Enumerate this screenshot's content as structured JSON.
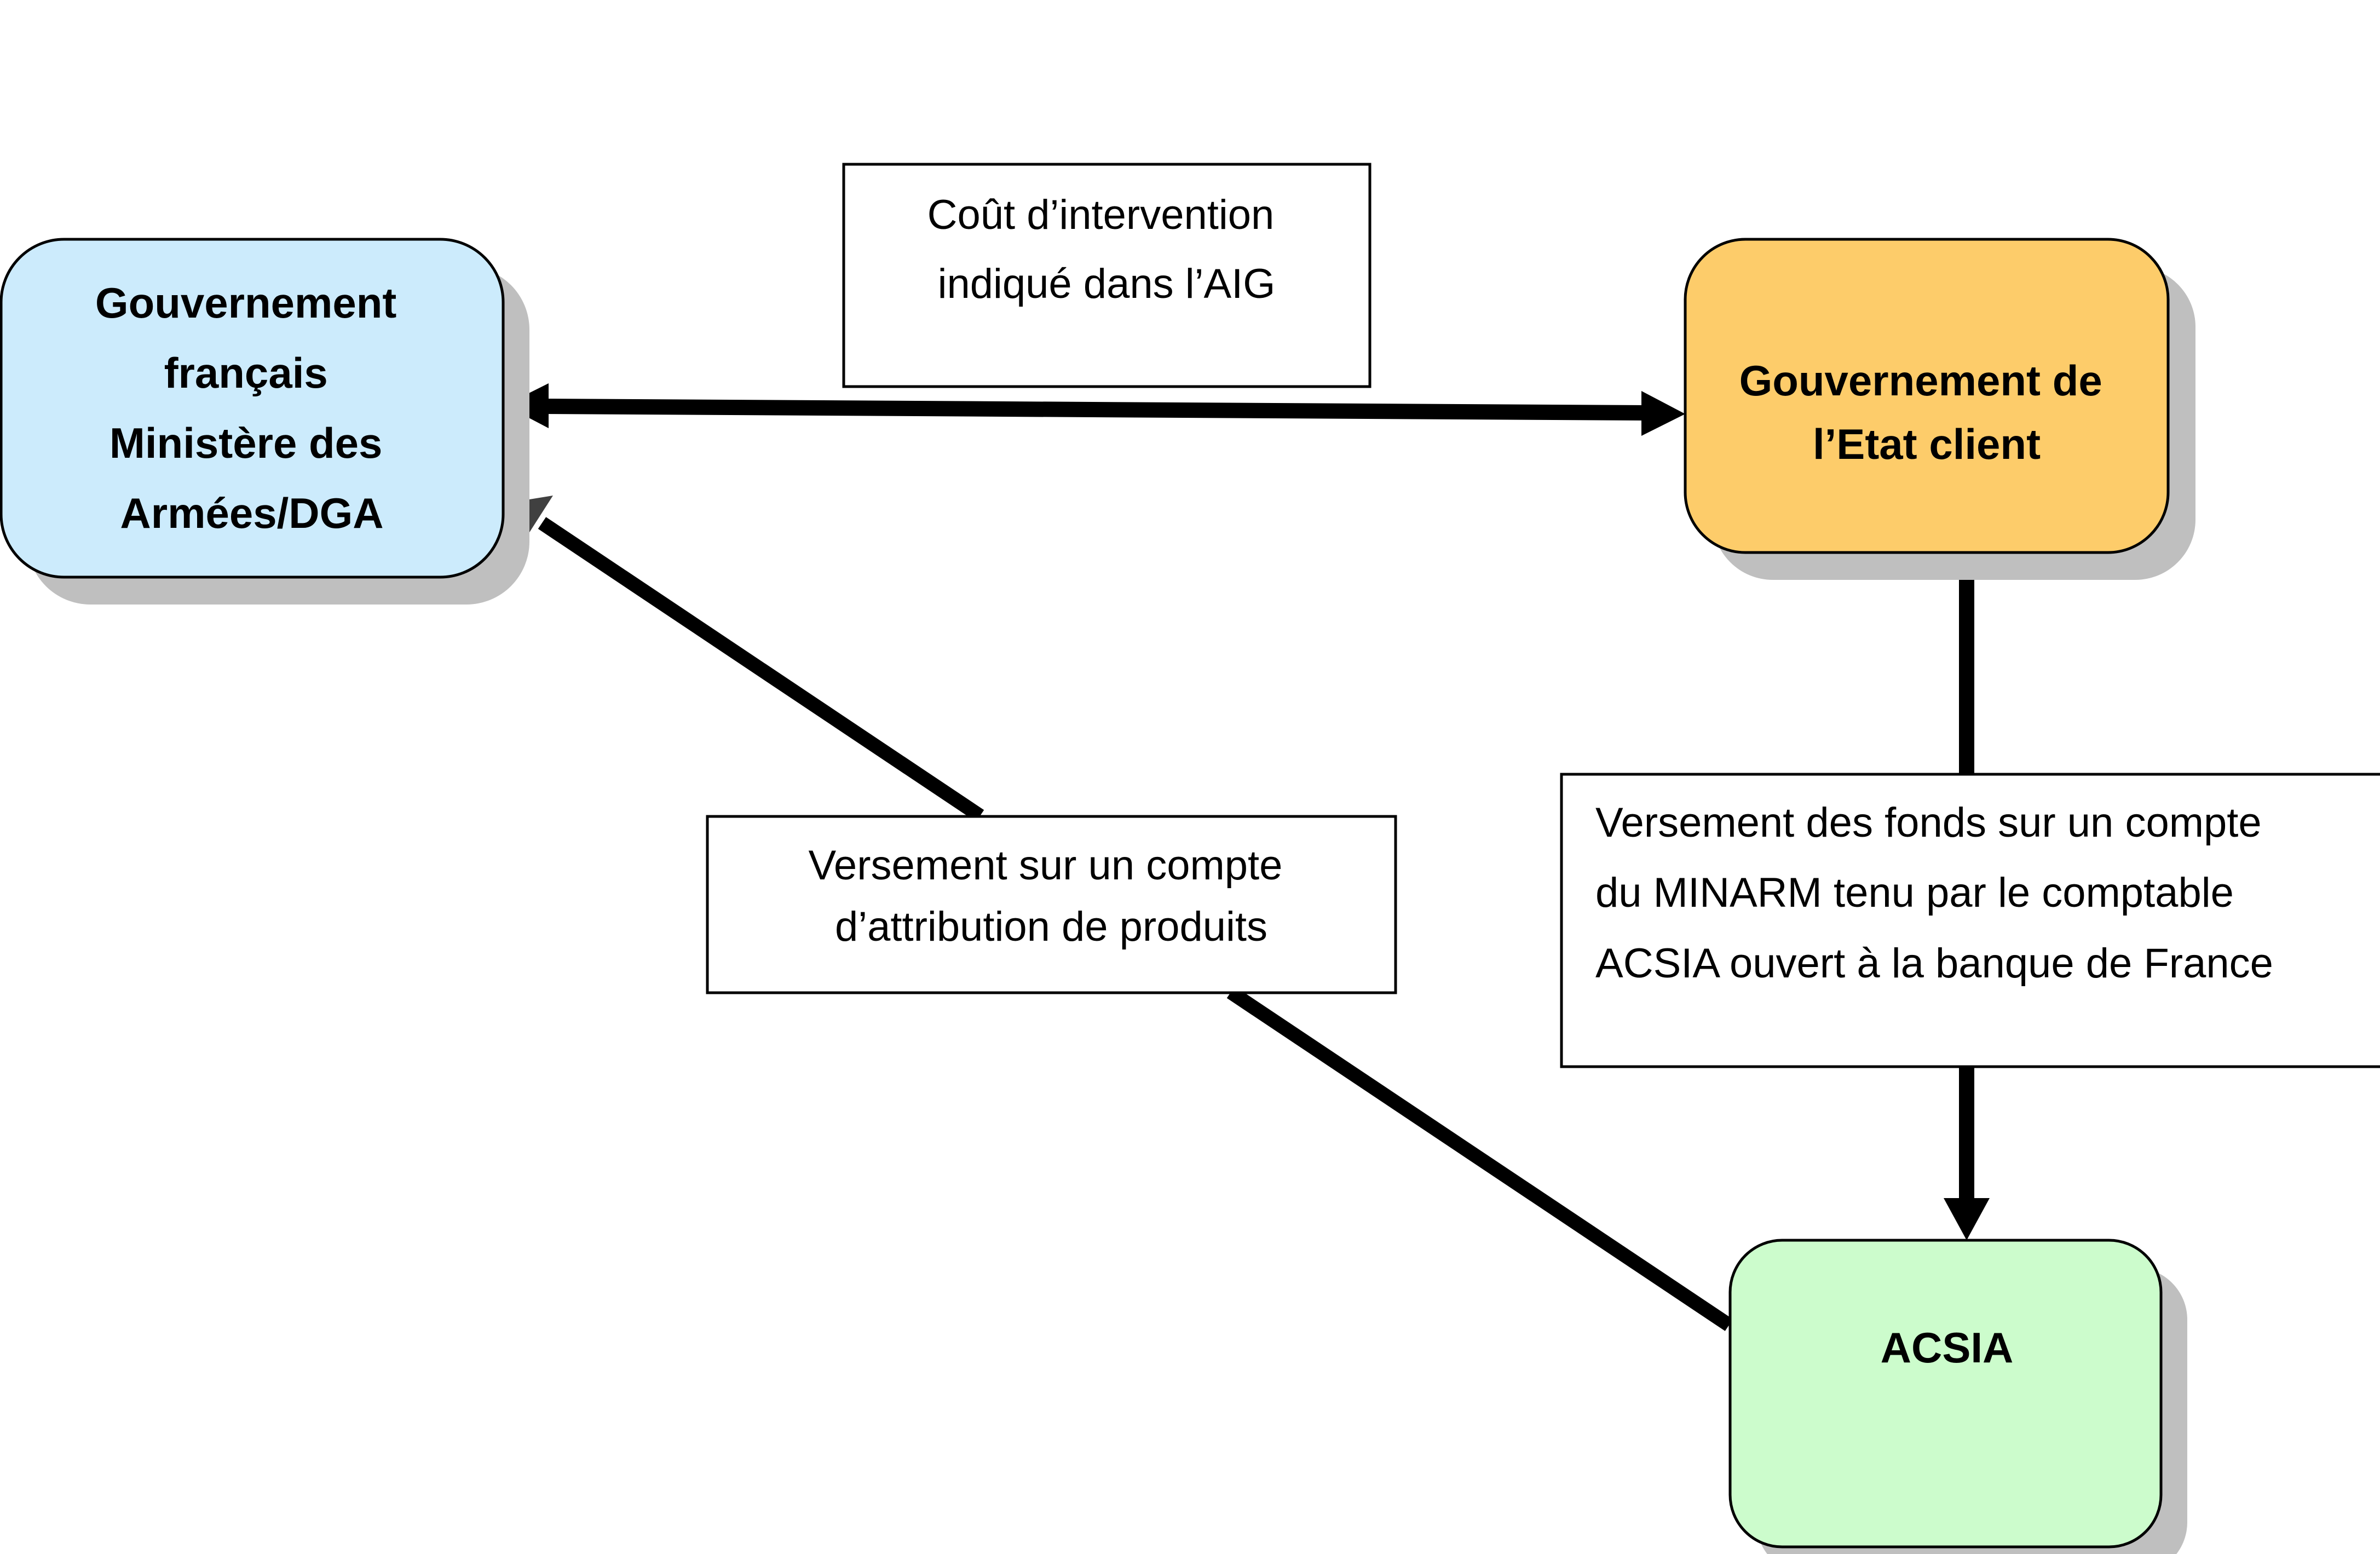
{
  "nodes": {
    "gouvernement_francais": {
      "lines": [
        "Gouvernement",
        "français",
        "Ministère des",
        "Armées/DGA"
      ],
      "fill": "#CCEBFC"
    },
    "gouvernement_etat_client": {
      "lines": [
        "Gouvernement de",
        "l’Etat client"
      ],
      "fill": "#FDCC6A"
    },
    "acsia": {
      "lines": [
        "ACSIA"
      ],
      "fill": "#CCFCCC"
    }
  },
  "labels": {
    "cout_intervention": {
      "lines": [
        "Coût d’intervention",
        "indiqué dans l’AIG"
      ]
    },
    "versement_fonds": {
      "lines": [
        "Versement des fonds sur un compte",
        "du MINARM tenu par le comptable",
        "ACSIA ouvert à la banque de France"
      ]
    },
    "versement_compte": {
      "lines": [
        "Versement sur un compte",
        "d’attribution de produits"
      ]
    }
  },
  "colors": {
    "shadow": "#BFBFBF",
    "stroke": "#000000",
    "arrow_head_gray": "#404040"
  }
}
